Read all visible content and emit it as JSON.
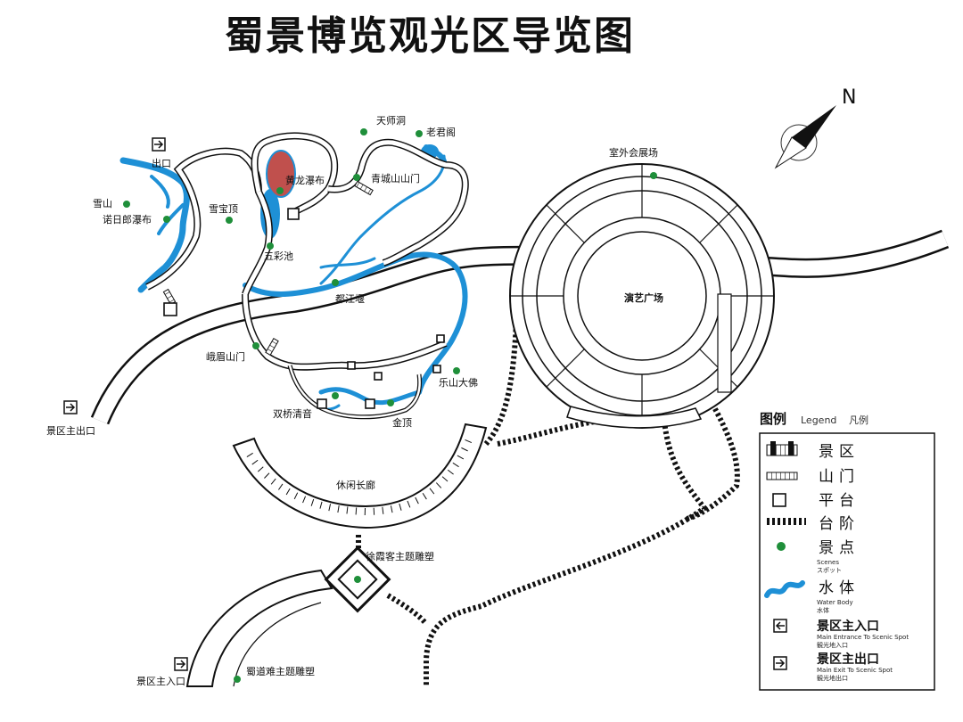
{
  "map": {
    "title": "蜀景博览观光区导览图",
    "compass_letter": "N",
    "colors": {
      "water": "#1e90d6",
      "spot": "#1f8f3a",
      "line": "#111111",
      "pool": "#c0504d"
    },
    "places": {
      "exit_top": "出口",
      "xueshan": "雪山",
      "nuorilang": "诺日郎瀑布",
      "xuebaoding": "雪宝顶",
      "huanglong": "黄龙瀑布",
      "wucaichi": "五彩池",
      "tianshidong": "天师洞",
      "laojunge": "老君阁",
      "qingcheng": "青城山山门",
      "dujiangyan": "都江堰",
      "emei": "峨眉山门",
      "leshan": "乐山大佛",
      "shuangqiao": "双桥清音",
      "jinding": "金顶",
      "xiuxian": "休闲长廊",
      "shiwai": "室外会展场",
      "yanyi": "演艺广场",
      "main_exit": "景区主出口",
      "main_entrance": "景区主入口",
      "xuxiake": "徐霞客主题雕塑",
      "shudao": "蜀道难主题雕塑"
    }
  },
  "legend": {
    "heading_cn": "图例",
    "heading_en": "Legend",
    "heading_jp": "凡例",
    "items": [
      {
        "label": "景区",
        "sub1": "",
        "sub2": ""
      },
      {
        "label": "山门",
        "sub1": "",
        "sub2": ""
      },
      {
        "label": "平台",
        "sub1": "",
        "sub2": ""
      },
      {
        "label": "台阶",
        "sub1": "",
        "sub2": ""
      },
      {
        "label": "景点",
        "sub1": "Scenes",
        "sub2": "スポット"
      },
      {
        "label": "水体",
        "sub1": "Water Body",
        "sub2": "水体"
      },
      {
        "label": "景区主入口",
        "sub1": "Main Entrance To Scenic Spot",
        "sub2": "観光地入口"
      },
      {
        "label": "景区主出口",
        "sub1": "Main Exit To Scenic Spot",
        "sub2": "観光地出口"
      }
    ]
  }
}
